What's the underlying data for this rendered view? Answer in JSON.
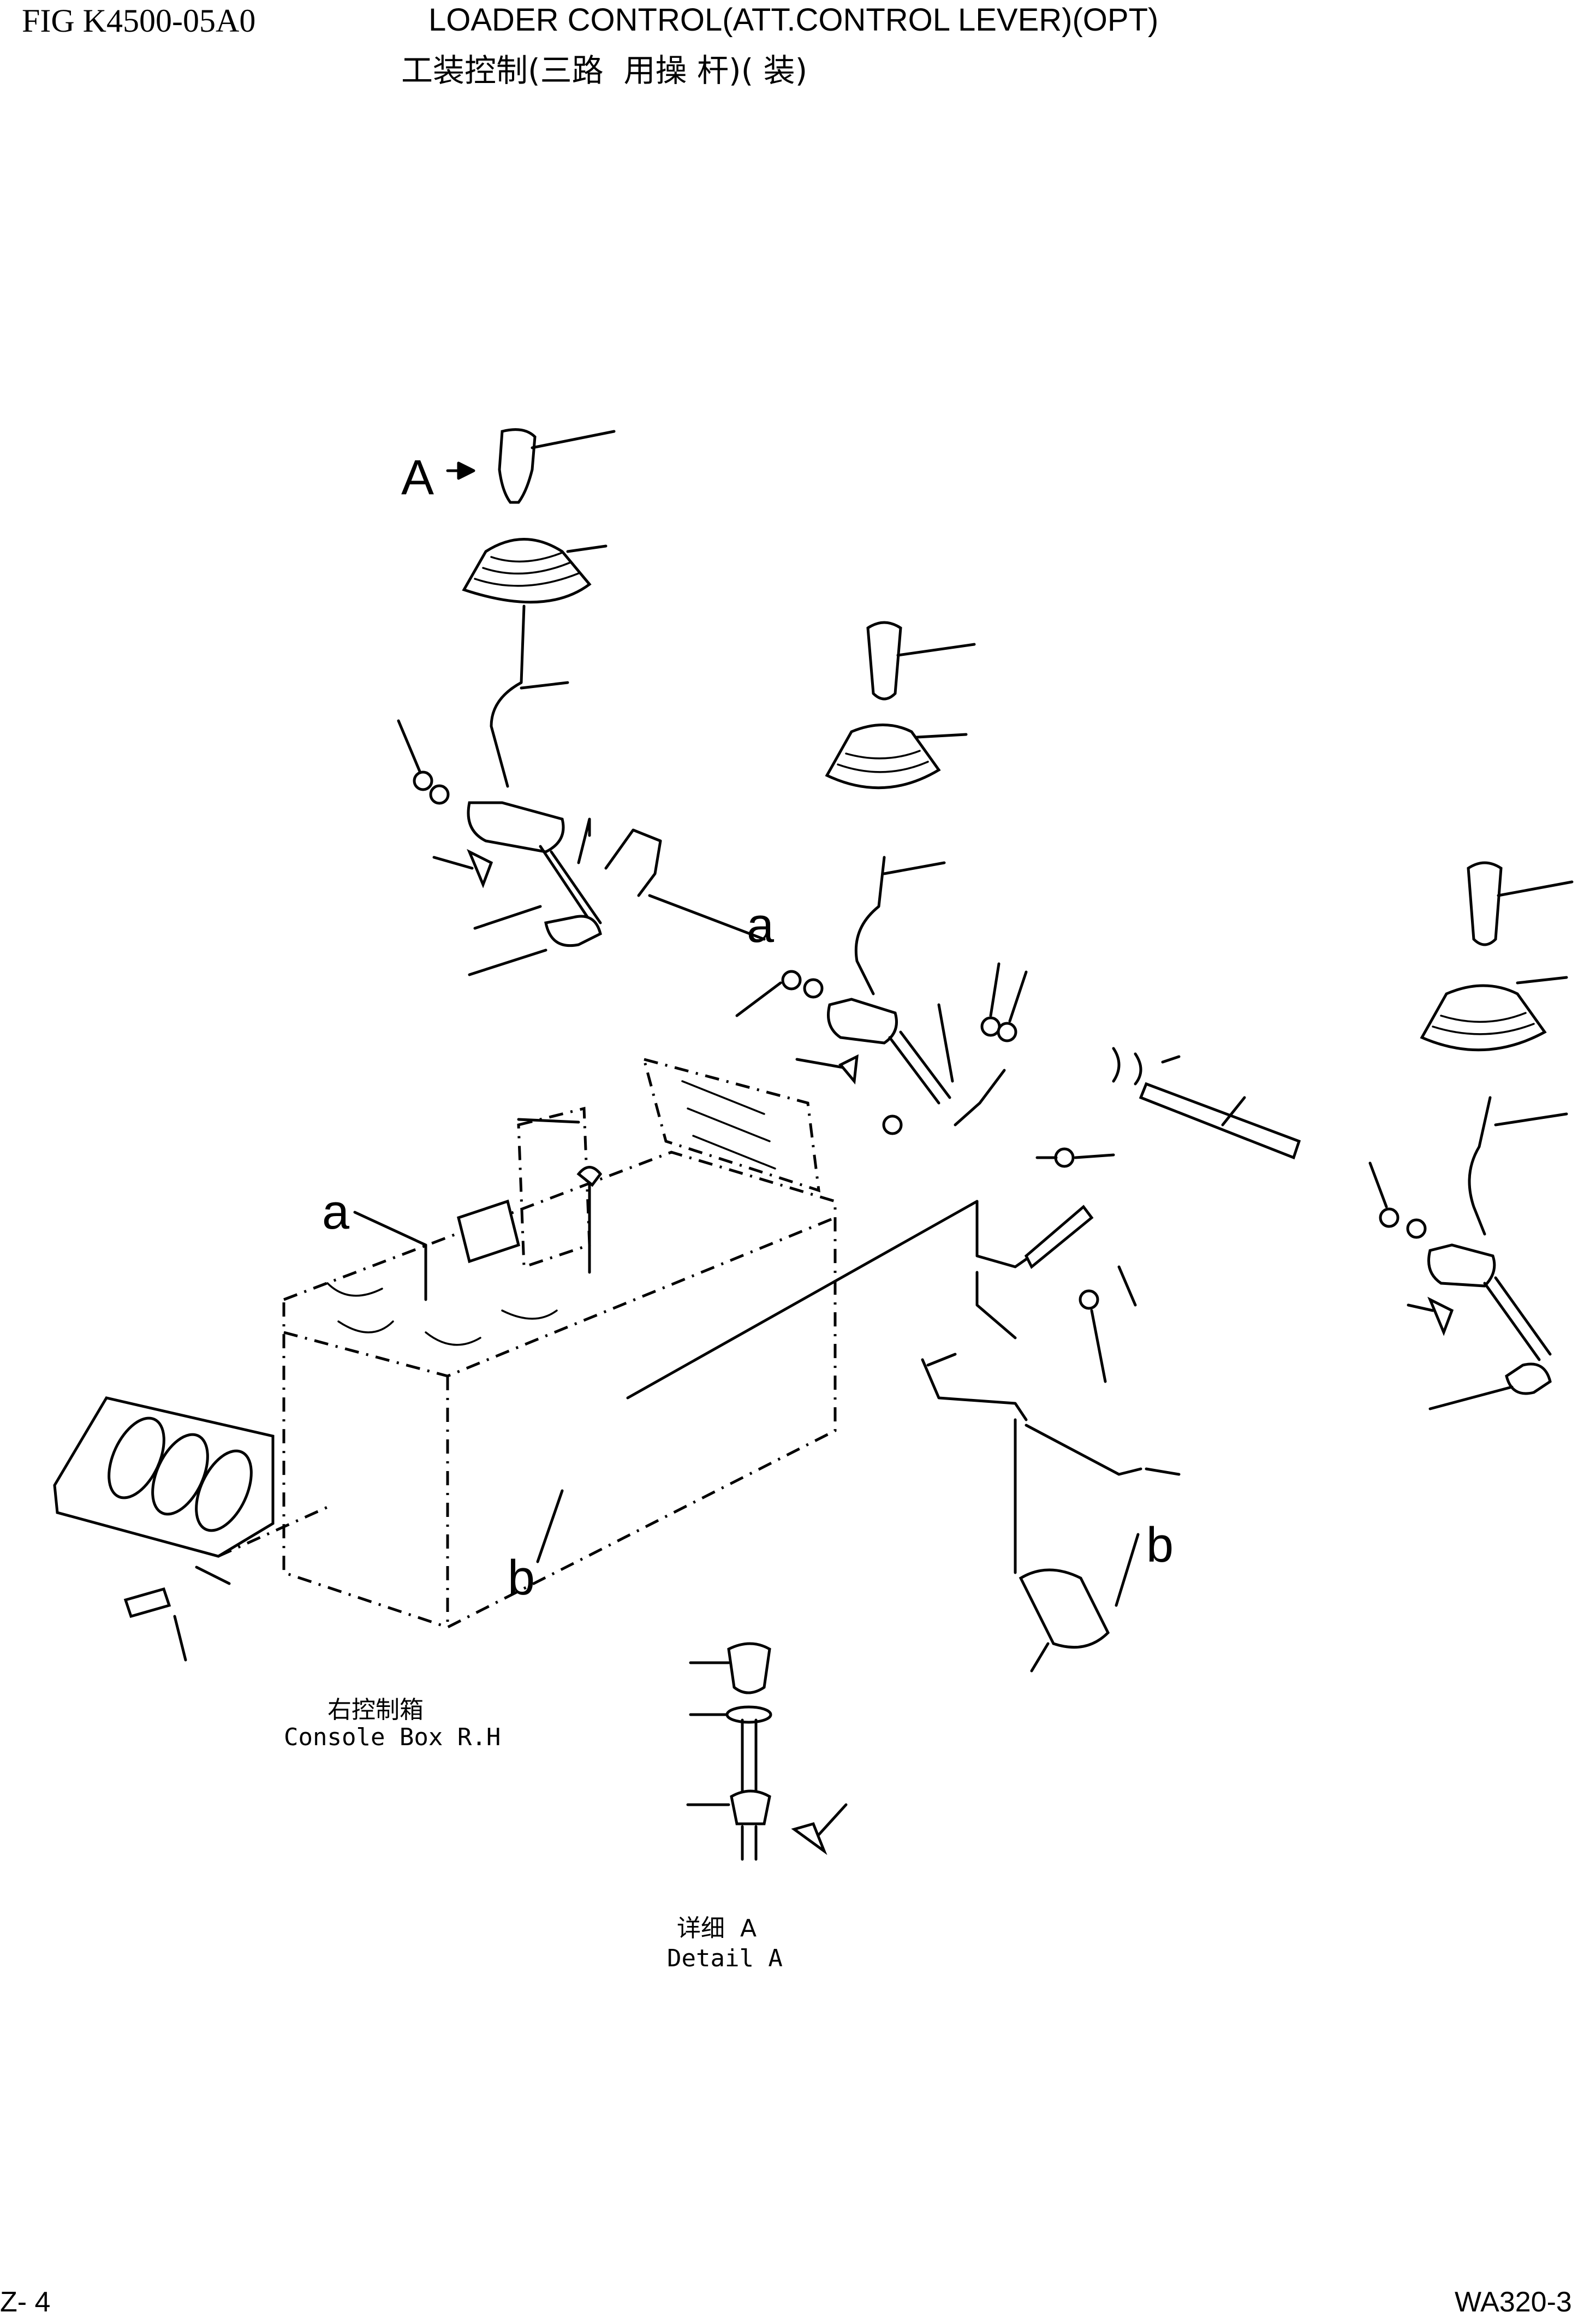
{
  "header": {
    "fig_code": "FIG K4500-05A0",
    "title_en": "LOADER CONTROL(ATT.CONTROL LEVER)(OPT)",
    "title_cn": "工装控制(三路  用操 杆)( 装)"
  },
  "labels": {
    "view_a": "A",
    "ref_a": "a",
    "ref_b": "b"
  },
  "captions": {
    "console_cn": "右控制箱",
    "console_en": "Console Box R.H",
    "detail_cn": "详细  A",
    "detail_en": "Detail A"
  },
  "footer": {
    "page": "Z- 4",
    "model": "WA320-3"
  }
}
